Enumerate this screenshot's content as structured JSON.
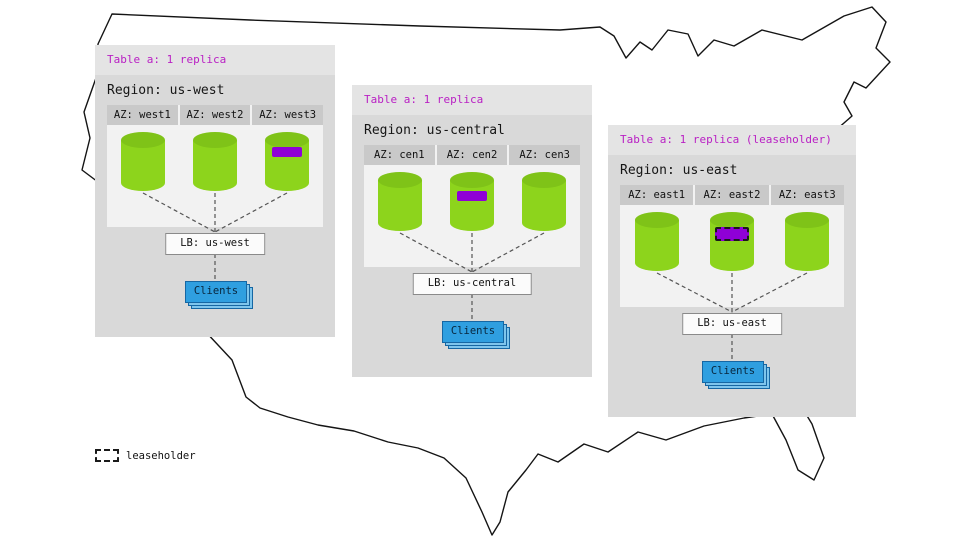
{
  "colors": {
    "title_purple": "#b91fc4",
    "cylinder_green": "#8dd41c",
    "cylinder_top_green": "#7fc318",
    "range_purple": "#8f00d6",
    "clients_blue": "#2f9fe0",
    "panel_gray": "#d9d9d9"
  },
  "legend": {
    "swatch": "dashed-box-icon",
    "label": "leaseholder"
  },
  "regions": [
    {
      "title": "Table a: 1 replica",
      "region_label": "Region: us-west",
      "azs": [
        "AZ: west1",
        "AZ: west2",
        "AZ: west3"
      ],
      "replica_az": "west3",
      "leaseholder": false,
      "lb_label": "LB: us-west",
      "clients_label": "Clients"
    },
    {
      "title": "Table a: 1 replica",
      "region_label": "Region: us-central",
      "azs": [
        "AZ: cen1",
        "AZ: cen2",
        "AZ: cen3"
      ],
      "replica_az": "cen2",
      "leaseholder": false,
      "lb_label": "LB: us-central",
      "clients_label": "Clients"
    },
    {
      "title": "Table a: 1 replica (leaseholder)",
      "region_label": "Region: us-east",
      "azs": [
        "AZ: east1",
        "AZ: east2",
        "AZ: east3"
      ],
      "replica_az": "east2",
      "leaseholder": true,
      "lb_label": "LB: us-east",
      "clients_label": "Clients"
    }
  ]
}
